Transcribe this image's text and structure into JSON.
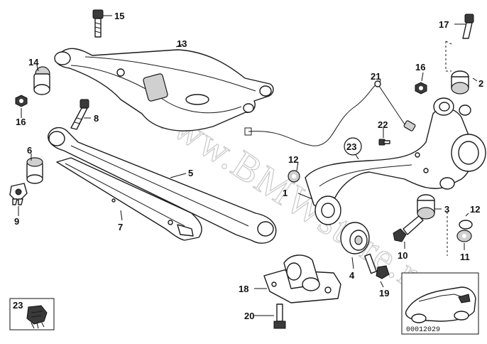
{
  "diagram_id": "00012029",
  "watermark": "www.BMWstore.ru",
  "callouts": [
    {
      "id": "c1",
      "label": "1"
    },
    {
      "id": "c2",
      "label": "2"
    },
    {
      "id": "c3",
      "label": "3"
    },
    {
      "id": "c4",
      "label": "4"
    },
    {
      "id": "c5",
      "label": "5"
    },
    {
      "id": "c6",
      "label": "6"
    },
    {
      "id": "c7",
      "label": "7"
    },
    {
      "id": "c8",
      "label": "8"
    },
    {
      "id": "c9",
      "label": "9"
    },
    {
      "id": "c10",
      "label": "10"
    },
    {
      "id": "c11",
      "label": "11"
    },
    {
      "id": "c12a",
      "label": "12"
    },
    {
      "id": "c12b",
      "label": "12"
    },
    {
      "id": "c13",
      "label": "13"
    },
    {
      "id": "c14",
      "label": "14"
    },
    {
      "id": "c15",
      "label": "15"
    },
    {
      "id": "c16a",
      "label": "16"
    },
    {
      "id": "c16b",
      "label": "16"
    },
    {
      "id": "c17",
      "label": "17"
    },
    {
      "id": "c18",
      "label": "18"
    },
    {
      "id": "c19",
      "label": "19"
    },
    {
      "id": "c20",
      "label": "20"
    },
    {
      "id": "c21",
      "label": "21"
    },
    {
      "id": "c22",
      "label": "22"
    },
    {
      "id": "c23a",
      "label": "23"
    },
    {
      "id": "c23b",
      "label": "23"
    }
  ]
}
